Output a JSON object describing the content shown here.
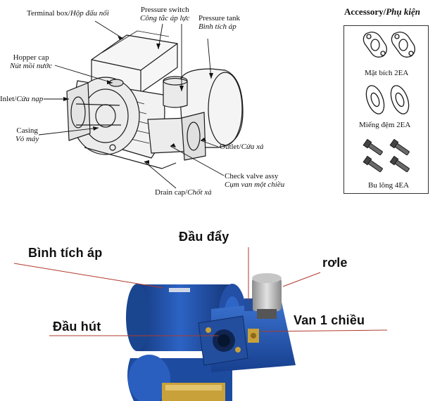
{
  "diagram": {
    "labels": {
      "terminal_box": {
        "en": "Terminal box/",
        "vi": "Hộp đấu nối"
      },
      "pressure_switch": {
        "en": "Pressure switch",
        "vi": "Công tắc áp lực"
      },
      "pressure_tank": {
        "en": "Pressure tank",
        "vi": "Bình tích áp"
      },
      "hopper_cap": {
        "en": "Hopper cap",
        "vi": "Nút mồi nước"
      },
      "inlet": {
        "en": "Inlet/",
        "vi": "Cửa nạp"
      },
      "casing": {
        "en": "Casing",
        "vi": "Vỏ máy"
      },
      "outlet": {
        "en": "Outlet/",
        "vi": "Cửa xả"
      },
      "check_valve": {
        "en": "Check valve assy",
        "vi": "Cụm van một chiều"
      },
      "drain_cap": {
        "en": "Drain cap/",
        "vi": "Chốt xả"
      }
    },
    "accessory": {
      "title_en": "Accessory/",
      "title_vi": "Phụ kiện",
      "items": [
        "Mặt bích 2EA",
        "Miếng đệm 2EA",
        "Bu lông 4EA"
      ]
    }
  },
  "photo": {
    "labels": {
      "binh_tich_ap": "Bình tích áp",
      "dau_day": "Đầu đẩy",
      "role": "rơle",
      "dau_hut": "Đầu hút",
      "van_1_chieu": "Van 1 chiều"
    },
    "colors": {
      "pump_blue": "#1f4fa8",
      "leader_red": "#c0392b",
      "brass": "#c9a13a"
    }
  }
}
